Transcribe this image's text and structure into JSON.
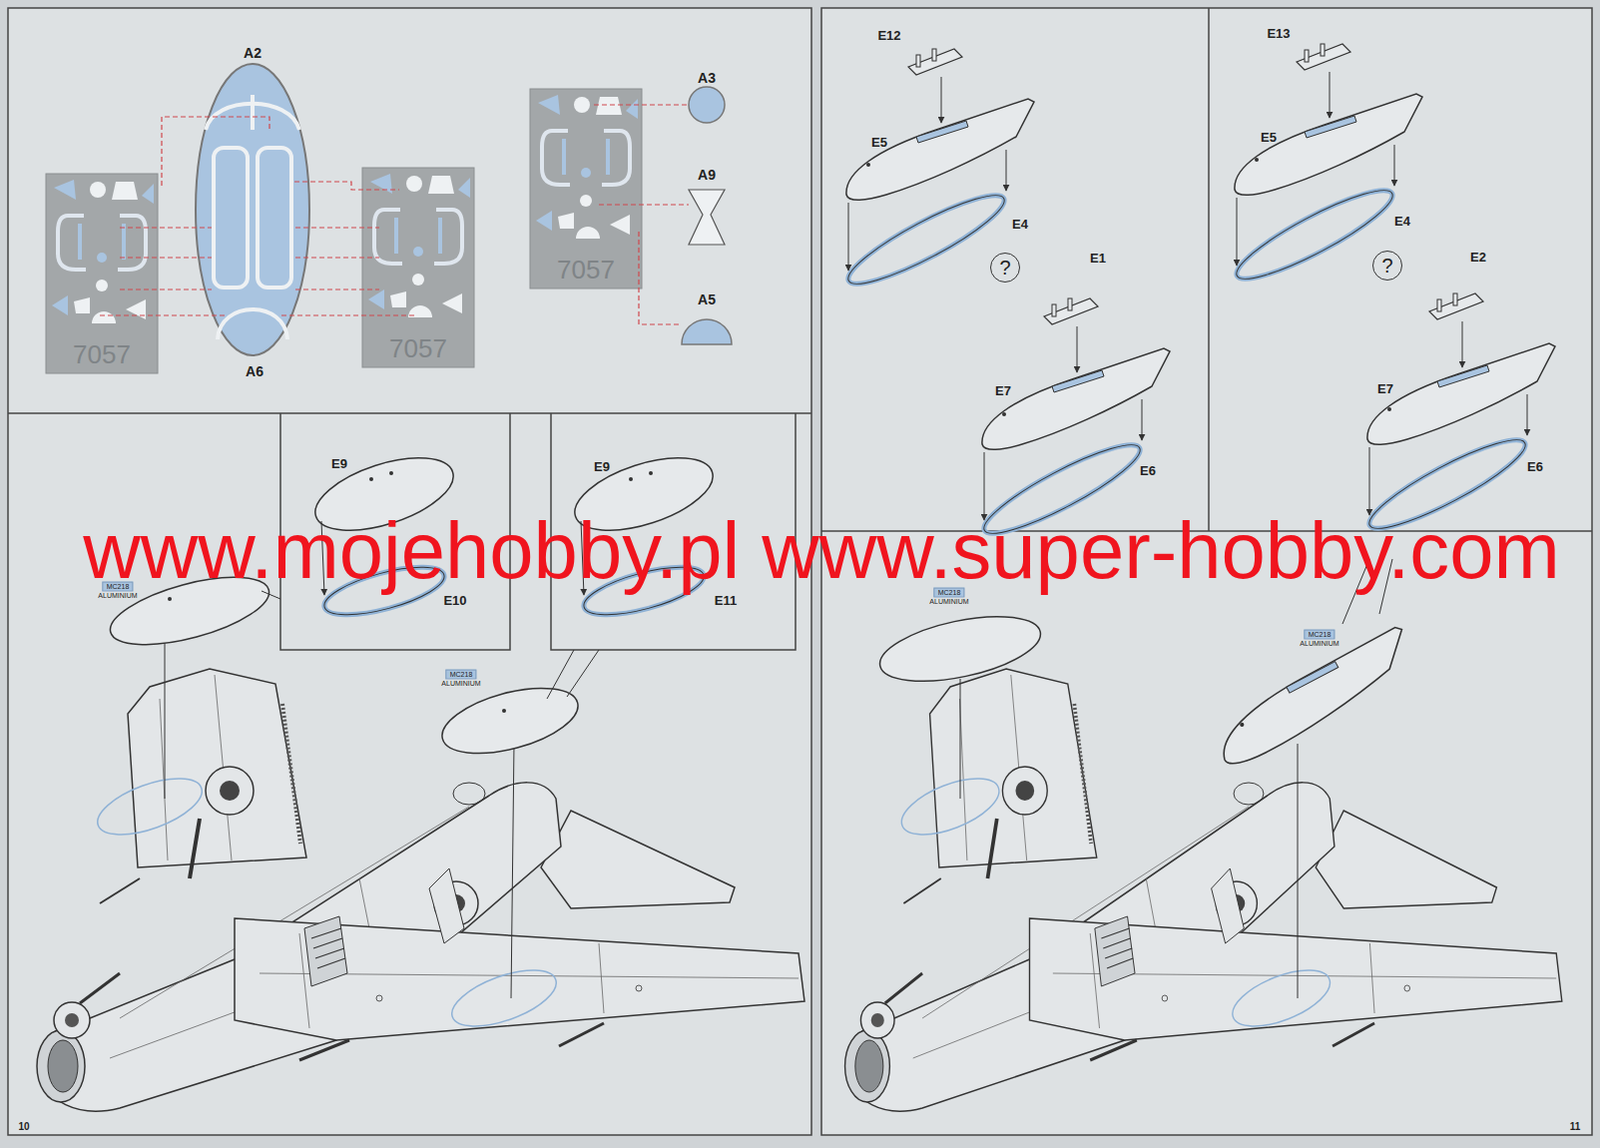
{
  "diagram": {
    "nodes": [
      {
        "text": [
          "MC218",
          "ALUMINIUM"
        ]
      },
      {
        "text": [
          "MC218",
          "ALUMINIUM"
        ]
      },
      {
        "text": [
          "?"
        ]
      },
      {
        "text": [
          "?"
        ]
      },
      {
        "text": [
          "MC218",
          "ALUMINIUM"
        ]
      },
      {
        "text": [
          "MC218",
          "ALUMINIUM"
        ]
      }
    ],
    "labels": [
      "A2",
      "A3",
      "A9",
      "A5",
      "7057",
      "7057",
      "7057",
      "A6",
      "E9",
      "E10",
      "E9",
      "E11",
      "www.mojehobby.pl www.super-hobby.com",
      "10",
      "E12",
      "E13",
      "E5",
      "E5",
      "E4",
      "E4",
      "E1",
      "E2",
      "E7",
      "E7",
      "E6",
      "E6",
      "11"
    ]
  }
}
